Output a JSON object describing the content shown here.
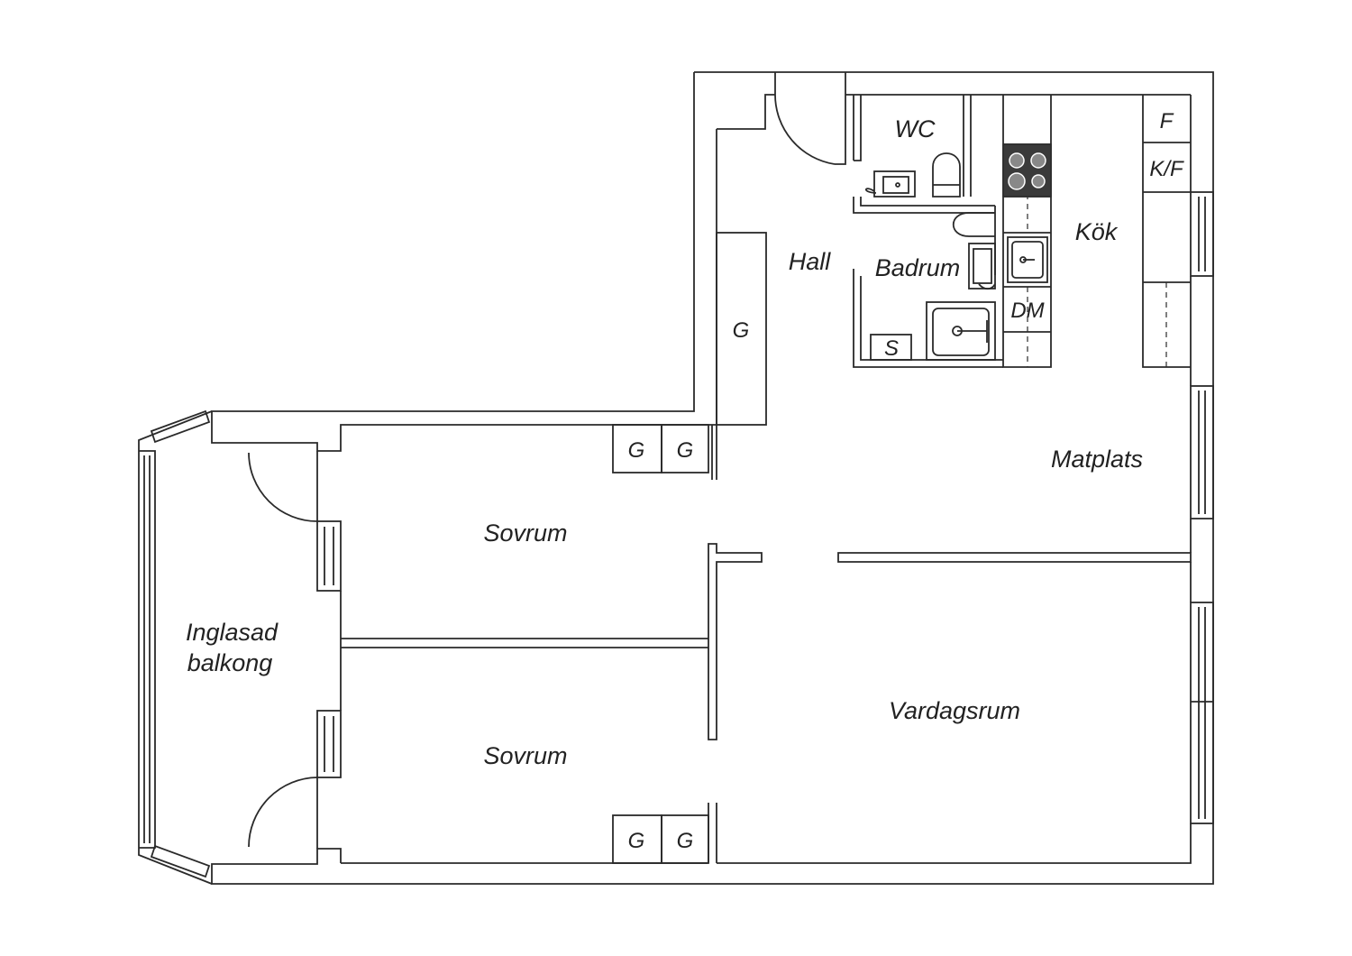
{
  "rooms": {
    "wc": "WC",
    "hall": "Hall",
    "badrum": "Badrum",
    "kok": "Kök",
    "matplats": "Matplats",
    "sovrum_upper": "Sovrum",
    "sovrum_lower": "Sovrum",
    "vardagsrum": "Vardagsrum",
    "balkong_line1": "Inglasad",
    "balkong_line2": "balkong"
  },
  "fixtures": {
    "wardrobe": "G",
    "shower": "S",
    "dishwasher": "DM",
    "freezer": "F",
    "fridge_freezer": "K/F"
  },
  "colors": {
    "line": "#2a2a2a",
    "background": "#ffffff",
    "stove": "#3a3a3a"
  }
}
